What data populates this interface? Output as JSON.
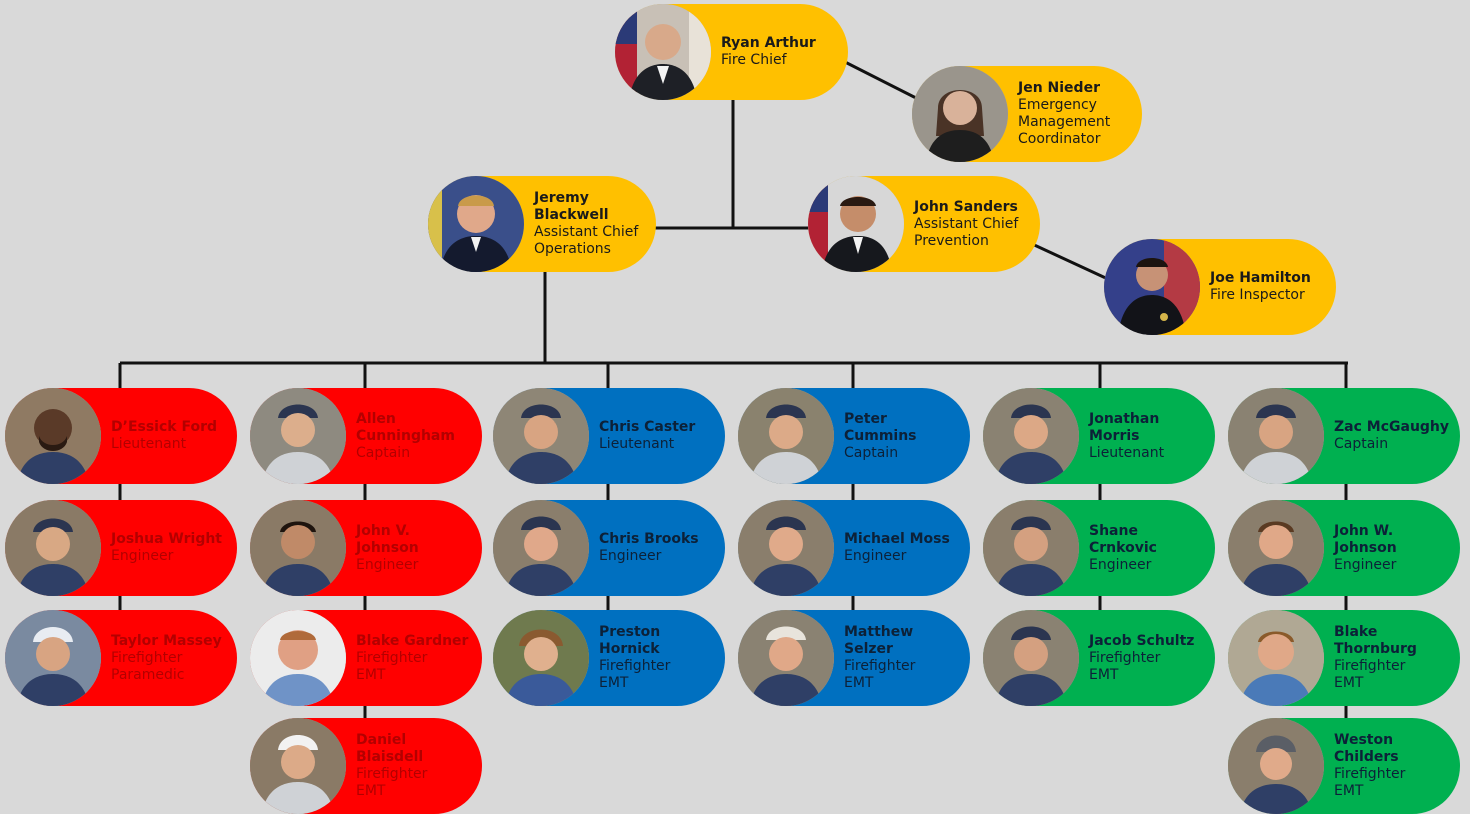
{
  "nodes": {
    "ryan_arthur": {
      "name": "Ryan Arthur",
      "lines": [
        "Fire Chief"
      ]
    },
    "jen_nieder": {
      "name": "Jen Nieder",
      "lines": [
        "Emergency",
        "Management",
        "Coordinator"
      ]
    },
    "jeremy_blackwell": {
      "name": "Jeremy Blackwell",
      "lines": [
        "Assistant Chief",
        "Operations"
      ]
    },
    "john_sanders": {
      "name": "John Sanders",
      "lines": [
        "Assistant Chief",
        "Prevention"
      ]
    },
    "joe_hamilton": {
      "name": "Joe Hamilton",
      "lines": [
        "Fire Inspector"
      ]
    },
    "dessick_ford": {
      "name": "D’Essick Ford",
      "lines": [
        "Lieutenant"
      ]
    },
    "joshua_wright": {
      "name": "Joshua Wright",
      "lines": [
        "Engineer"
      ]
    },
    "taylor_massey": {
      "name": "Taylor Massey",
      "lines": [
        "Firefighter",
        "Paramedic"
      ]
    },
    "allen_cunningham": {
      "name": "Allen Cunningham",
      "lines": [
        "Captain"
      ]
    },
    "john_v_johnson": {
      "name": "John V. Johnson",
      "lines": [
        "Engineer"
      ]
    },
    "blake_gardner": {
      "name": "Blake Gardner",
      "lines": [
        "Firefighter",
        "EMT"
      ]
    },
    "daniel_blaisdell": {
      "name": "Daniel Blaisdell",
      "lines": [
        "Firefighter",
        "EMT"
      ]
    },
    "chris_caster": {
      "name": "Chris Caster",
      "lines": [
        "Lieutenant"
      ]
    },
    "chris_brooks": {
      "name": "Chris Brooks",
      "lines": [
        "Engineer"
      ]
    },
    "preston_hornick": {
      "name": "Preston Hornick",
      "lines": [
        "Firefighter",
        "EMT"
      ]
    },
    "peter_cummins": {
      "name": "Peter Cummins",
      "lines": [
        "Captain"
      ]
    },
    "michael_moss": {
      "name": "Michael Moss",
      "lines": [
        "Engineer"
      ]
    },
    "matthew_selzer": {
      "name": "Matthew Selzer",
      "lines": [
        "Firefighter",
        "EMT"
      ]
    },
    "jonathan_morris": {
      "name": "Jonathan Morris",
      "lines": [
        "Lieutenant"
      ]
    },
    "shane_crnkovic": {
      "name": "Shane Crnkovic",
      "lines": [
        "Engineer"
      ]
    },
    "jacob_schultz": {
      "name": "Jacob Schultz",
      "lines": [
        "Firefighter",
        "EMT"
      ]
    },
    "zac_mcgaughy": {
      "name": "Zac McGaughy",
      "lines": [
        "Captain"
      ]
    },
    "john_w_johnson": {
      "name": "John W. Johnson",
      "lines": [
        "Engineer"
      ]
    },
    "blake_thornburg": {
      "name": "Blake Thornburg",
      "lines": [
        "Firefighter",
        "EMT"
      ]
    },
    "weston_childers": {
      "name": "Weston Childers",
      "lines": [
        "Firefighter",
        "EMT"
      ]
    }
  }
}
